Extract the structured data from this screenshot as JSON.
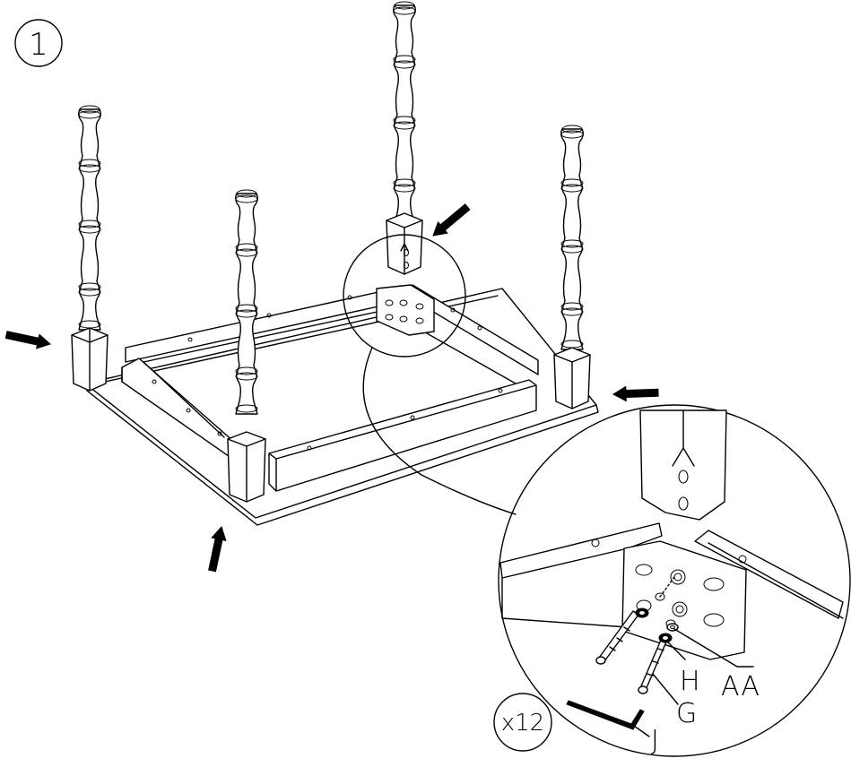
{
  "step": {
    "number": "1"
  },
  "labels": {
    "hex_key": "J",
    "bolt": "G",
    "lock_washer": "H",
    "flat_washer": "AA",
    "quantity": "x12"
  },
  "icons": [
    "assembly-arrow-icon",
    "leg",
    "corner-bracket",
    "bolt",
    "washer",
    "hex-key"
  ]
}
